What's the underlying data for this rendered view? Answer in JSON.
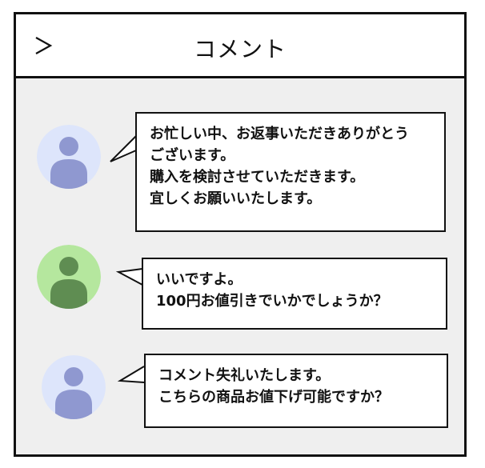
{
  "header": {
    "back_label": ">",
    "title": "コメント"
  },
  "messages": [
    {
      "avatar": {
        "color": "#dde5fb",
        "figure": "#8f98d0"
      },
      "lines": [
        "お忙しい中、お返事いただきありがとう",
        "ございます。",
        "購入を検討させていただきます。",
        "宜しくお願いいたします。"
      ]
    },
    {
      "avatar": {
        "color": "#b5e79e",
        "figure": "#5f8d52"
      },
      "lines": [
        "いいですよ。",
        "100円お値引きでいかでしょうか？"
      ]
    },
    {
      "avatar": {
        "color": "#dde5fb",
        "figure": "#8f98d0"
      },
      "lines": [
        "コメント失礼いたします。",
        "こちらの商品お値下げ可能ですか？"
      ]
    }
  ]
}
